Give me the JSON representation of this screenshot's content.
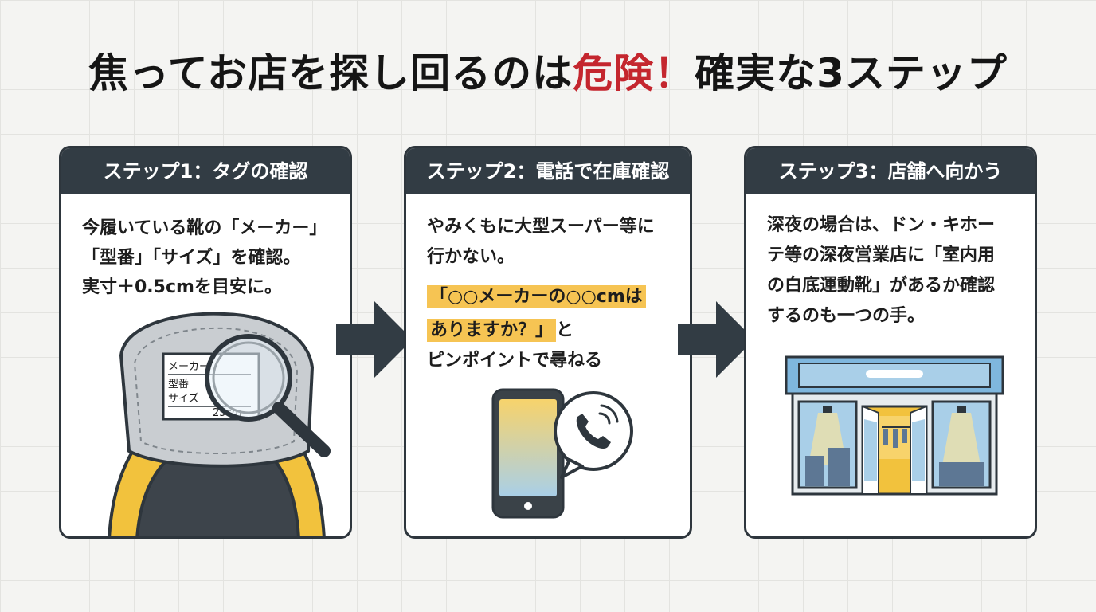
{
  "title": {
    "part1": "焦ってお店を探し回るのは",
    "danger": "危険！",
    "part2": "確実な3ステップ"
  },
  "steps": [
    {
      "header": "ステップ1：タグの確認",
      "lines": [
        "今履いている靴の「メーカー」",
        "「型番」「サイズ」を確認。",
        "実寸＋0.5cmを目安に。"
      ],
      "tag": {
        "maker": "メーカー",
        "model": "型番",
        "size": "サイズ",
        "cm": "25cm"
      }
    },
    {
      "header": "ステップ2：電話で在庫確認",
      "lines": [
        "やみくもに大型スーパー等に",
        "行かない。"
      ],
      "quote1": "「○○メーカーの○○cmは",
      "quote2": "ありますか？」",
      "quote2_suffix": "と",
      "after": "ピンポイントで尋ねる"
    },
    {
      "header": "ステップ3：店舗へ向かう",
      "lines": [
        "深夜の場合は、ドン・キホー",
        "テ等の深夜営業店に「室内用",
        "の白底運動靴」があるか確認",
        "するのも一つの手。"
      ]
    }
  ],
  "colors": {
    "header_bg": "#323c44",
    "danger": "#c4262e",
    "highlight": "#f6c453",
    "accent_yellow": "#f2c23d",
    "store_blue": "#a9cfe8"
  },
  "icons": [
    "shoe-tag-icon",
    "magnifier-icon",
    "arrow-right-icon",
    "smartphone-icon",
    "phone-call-bubble-icon",
    "storefront-icon"
  ]
}
